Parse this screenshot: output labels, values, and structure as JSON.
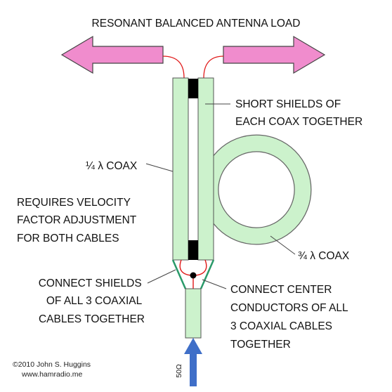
{
  "title": "RESONANT BALANCED ANTENNA LOAD",
  "labels": {
    "short_shields": [
      "SHORT SHIELDS OF",
      "EACH COAX TOGETHER"
    ],
    "quarter_coax": "¼ λ COAX",
    "velocity": [
      "REQUIRES VELOCITY",
      "FACTOR ADJUSTMENT",
      "FOR BOTH CABLES"
    ],
    "three_quarter_coax": "¾ λ COAX",
    "connect_shields": [
      "CONNECT SHIELDS",
      "OF ALL 3 COAXIAL",
      "CABLES TOGETHER"
    ],
    "connect_center": [
      "CONNECT CENTER",
      "CONDUCTORS OF ALL",
      "3 COAXIAL CABLES",
      "TOGETHER"
    ],
    "impedance": "50Ω"
  },
  "credit": {
    "copyright": "©2010 John S. Huggins",
    "url": "www.hamradio.me"
  },
  "colors": {
    "coax_fill": "#ccf2cc",
    "arrow_fill": "#f08ccd",
    "conductor_wire": "#e01818",
    "shield_connection": "#2a9a6a",
    "feed_arrow": "#3f6fc8",
    "shorting_block": "#000000"
  }
}
